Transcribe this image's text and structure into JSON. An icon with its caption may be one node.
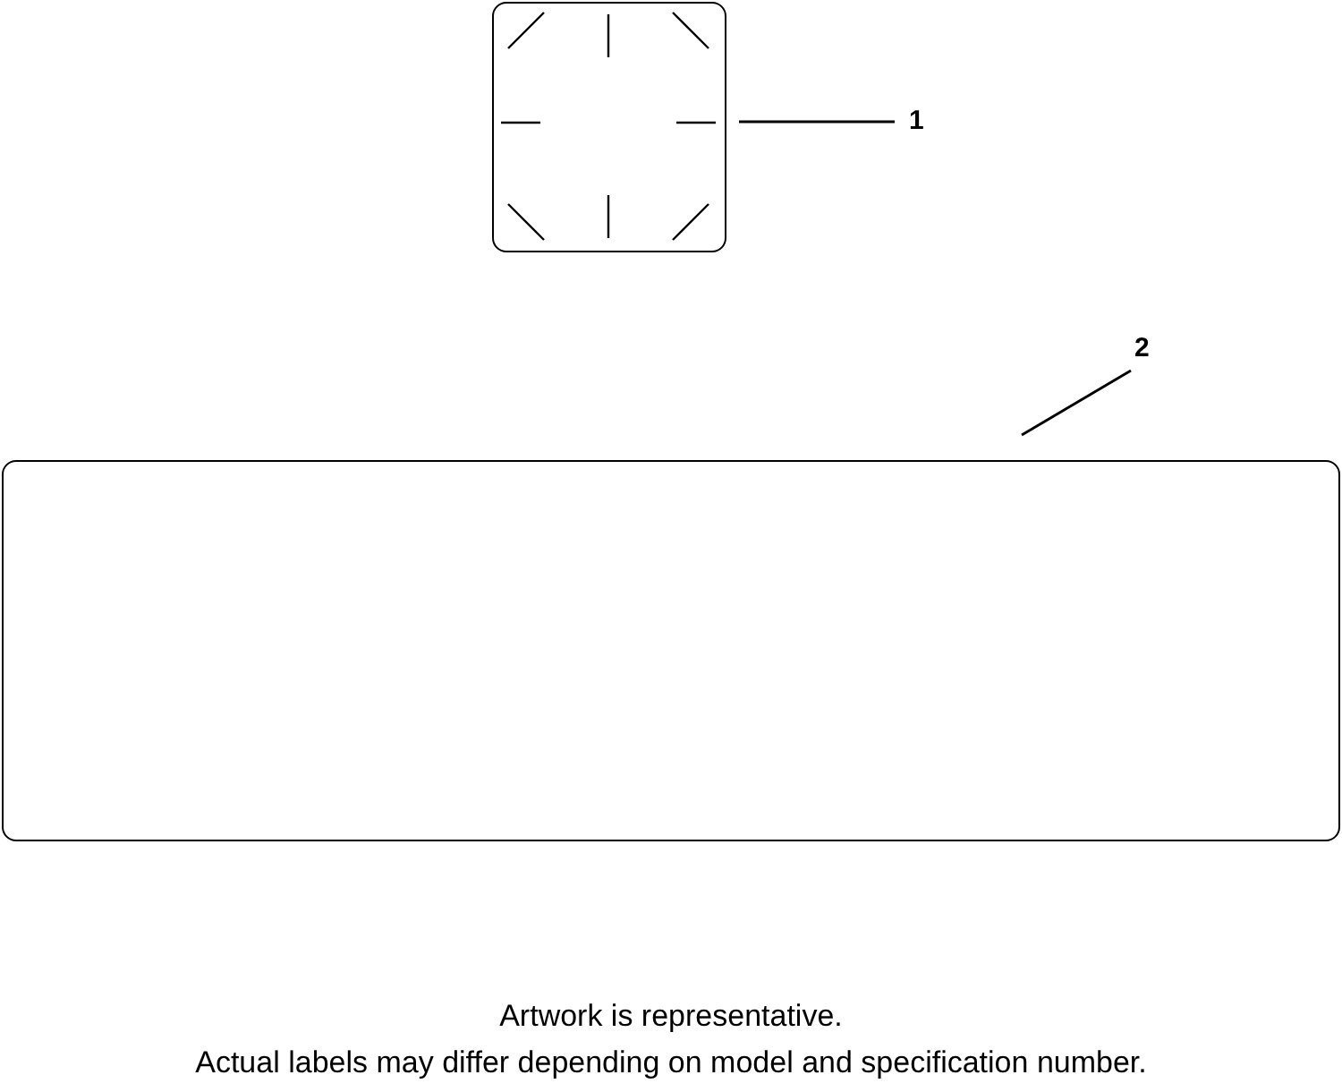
{
  "diagram": {
    "nodes": [
      {
        "text": [],
        "shape": "box"
      },
      {
        "text": [
          "1"
        ]
      },
      {
        "text": [
          "2"
        ]
      },
      {
        "text": [],
        "shape": "box"
      }
    ],
    "edges": [
      {
        "from": 1,
        "to": 0,
        "arrow": "none"
      },
      {
        "from": 2,
        "to": 3,
        "arrow": "none"
      }
    ],
    "labels": [
      "Artwork is representative.",
      "Actual labels may differ depending on model and specification number."
    ]
  }
}
